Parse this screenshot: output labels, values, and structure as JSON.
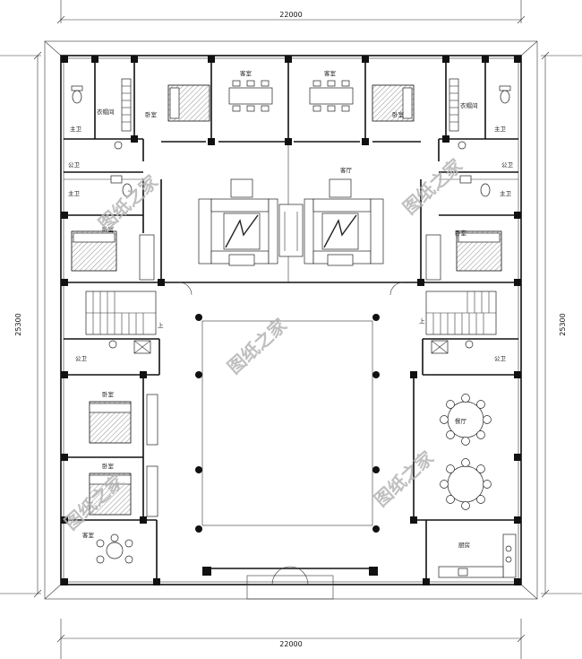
{
  "dimensions": {
    "top_width": "22000",
    "bottom_width": "22000",
    "left_height": "25300",
    "right_height": "25300"
  },
  "rooms": {
    "guest_room": "客室",
    "bedroom": "卧室",
    "closet": "衣帽间",
    "private_bath": "主卫",
    "public_bath": "公卫",
    "living_room": "客厅",
    "dining_room": "餐厅",
    "kitchen": "厨房"
  },
  "stair_mark": "上",
  "watermark": "图纸之家"
}
